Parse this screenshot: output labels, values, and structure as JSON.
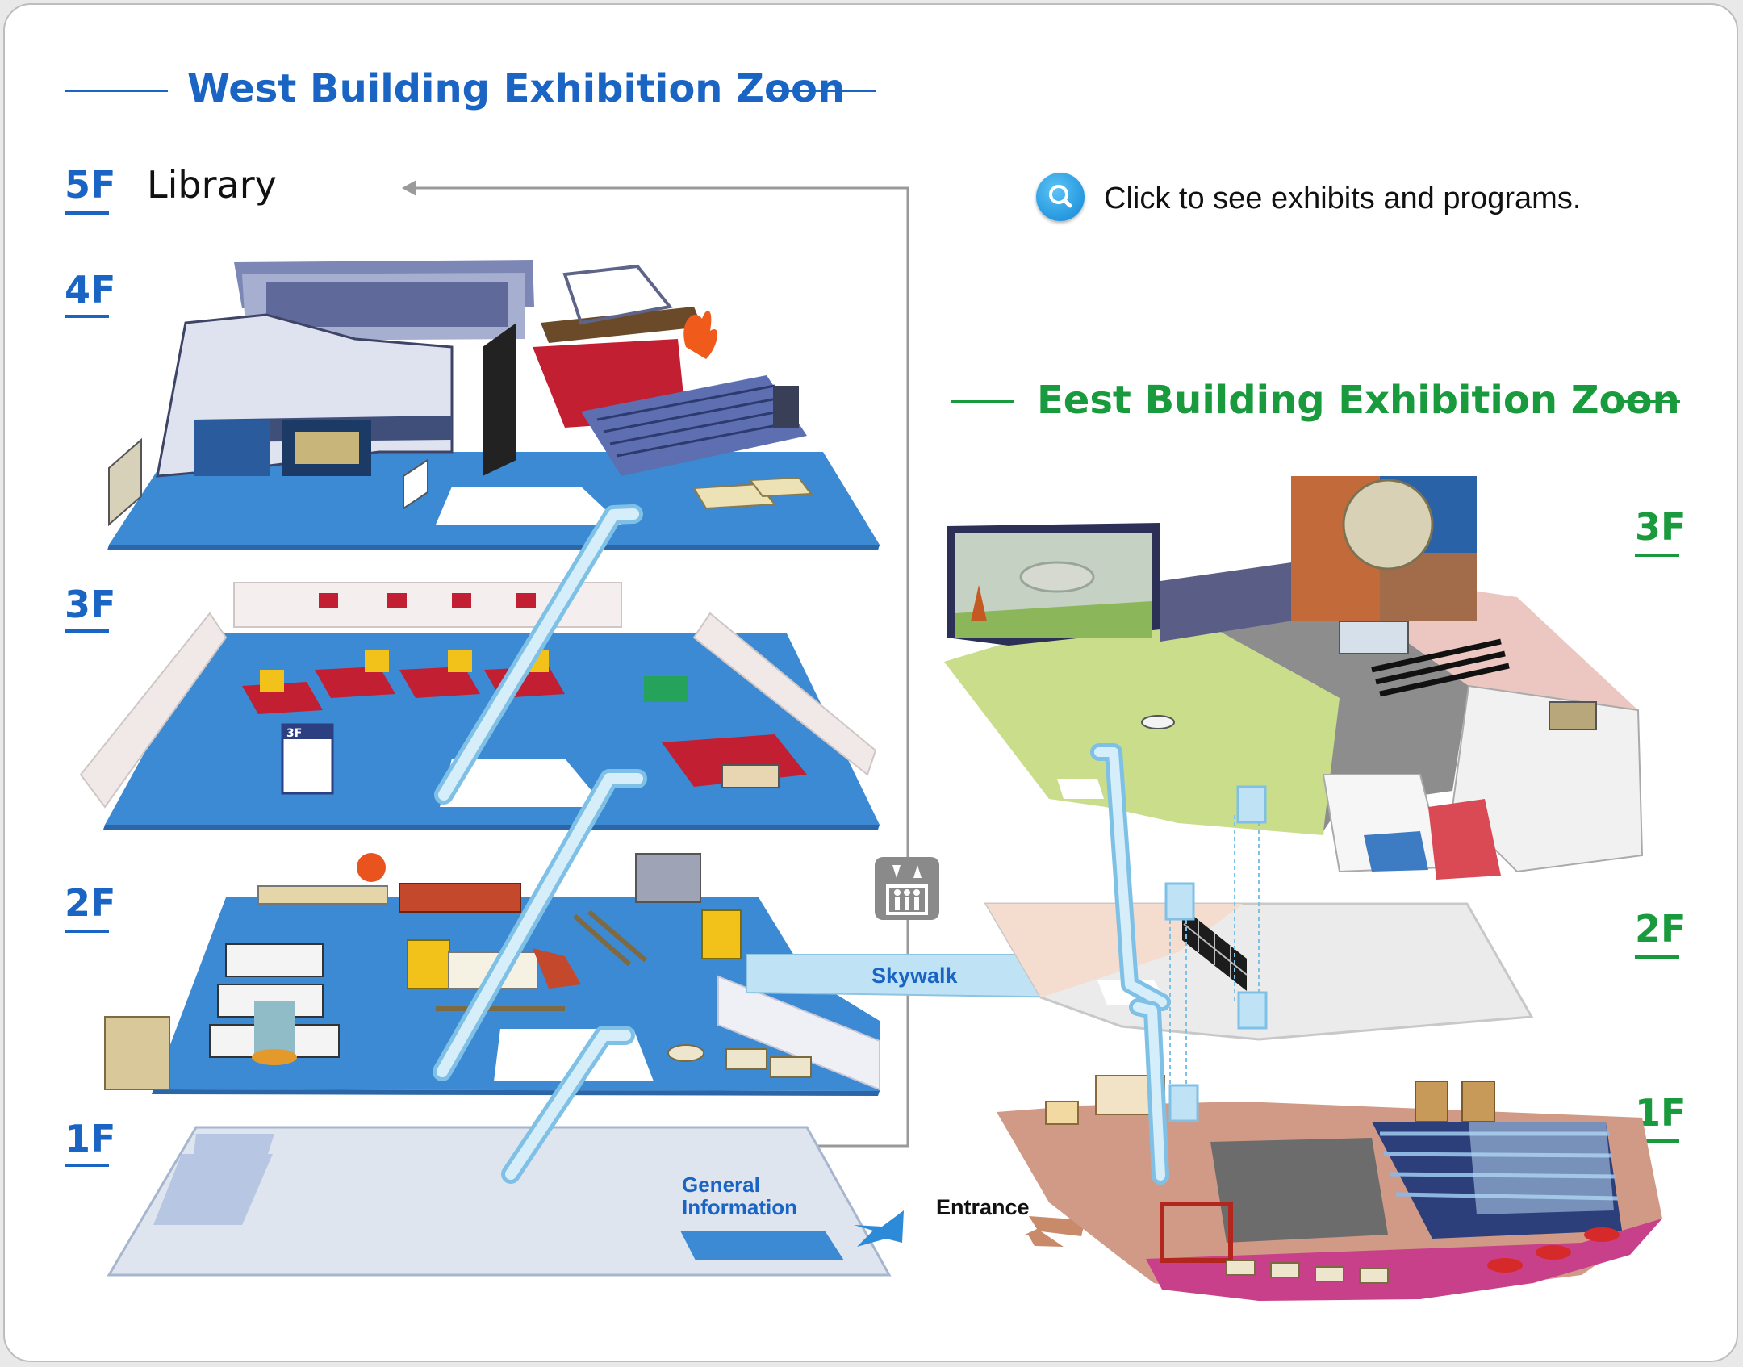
{
  "west_zone": {
    "title": "West Building Exhibition Zoon",
    "floors": [
      "5F",
      "4F",
      "3F",
      "2F",
      "1F"
    ],
    "library_label": "Library",
    "general_information": [
      "General",
      "Information"
    ],
    "sign_3f": "3F"
  },
  "east_zone": {
    "title": "Eest Building Exhibition Zoon",
    "floors": [
      "3F",
      "2F",
      "1F"
    ]
  },
  "hint": {
    "text": "Click to see exhibits and programs.",
    "icon": "search-icon"
  },
  "skywalk_label": "Skywalk",
  "entrance_label": "Entrance",
  "colors": {
    "west_accent": "#1a64c4",
    "east_accent": "#199a3c",
    "floor_blue": "#3c8ad3",
    "skywalk": "#bfe3f5",
    "east_3f_floor": "#c9dd8a",
    "east_1f_edge": "#c8408a"
  }
}
